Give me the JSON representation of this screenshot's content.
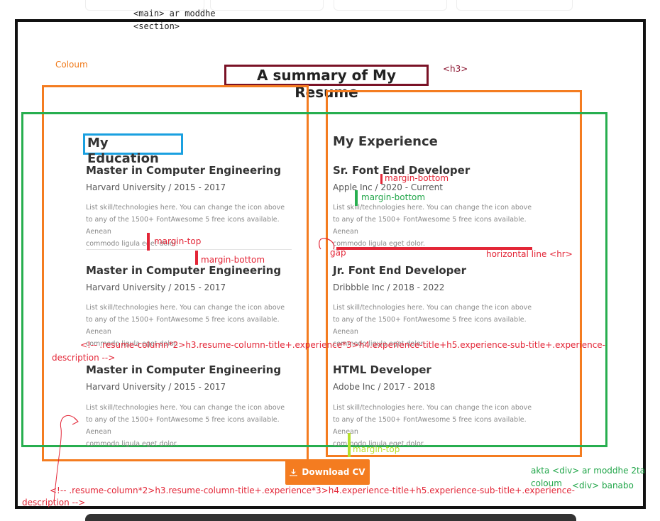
{
  "annotations": {
    "main_note": "<main> ar moddhe",
    "section_note": "<section>",
    "coloum_label": "Coloum",
    "h3_label": "<h3>",
    "margin_bottom_1": "margin-bottom",
    "margin_bottom_2": "margin-bottom",
    "margin_top_1": "margin-top",
    "margin_bottom_3": "margin-bottom",
    "gap_label": "gap",
    "hr_label": "horizontal line <hr>",
    "emmet_1_line1": "<!-- .resume-column*2>h3.resume-column-title+.experience*3>h4.experience-title+h5.experience-sub-title+.experience-",
    "emmet_1_line2": "description -->",
    "margin_top_2": "margin-top",
    "emmet_2_line1": "<!-- .resume-column*2>h3.resume-column-title+.experience*3>h4.experience-title+h5.experience-sub-title+.experience-",
    "emmet_2_line2": "description -->",
    "green_note_line1": "akta <div> ar moddhe 2ta",
    "green_note_line2": "coloum",
    "green_note_line3": "<div> banabo"
  },
  "section": {
    "title": "A summary of My Resume"
  },
  "education": {
    "title": "My Education",
    "items": [
      {
        "title": "Master in Computer Engineering",
        "sub": "Harvard University / 2015 - 2017",
        "desc1": "List skill/technologies here. You can change the icon above",
        "desc2": "to any of the 1500+ FontAwesome 5 free icons available. Aenean",
        "desc3": "commodo ligula eget dolor."
      },
      {
        "title": "Master in Computer Engineering",
        "sub": "Harvard University / 2015 - 2017",
        "desc1": "List skill/technologies here. You can change the icon above",
        "desc2": "to any of the 1500+ FontAwesome 5 free icons available. Aenean",
        "desc3": "commodo ligula eget dolor."
      },
      {
        "title": "Master in Computer Engineering",
        "sub": "Harvard University / 2015 - 2017",
        "desc1": "List skill/technologies here. You can change the icon above",
        "desc2": "to any of the 1500+ FontAwesome 5 free icons available. Aenean",
        "desc3": "commodo ligula eget dolor."
      }
    ]
  },
  "experience": {
    "title": "My Experience",
    "items": [
      {
        "title": "Sr. Font End Developer",
        "sub": "Apple Inc / 2020 - Current",
        "desc1": "List skill/technologies here. You can change the icon above",
        "desc2": "to any of the 1500+ FontAwesome 5 free icons available. Aenean",
        "desc3": "commodo ligula eget dolor."
      },
      {
        "title": "Jr. Font End Developer",
        "sub": "Dribbble Inc / 2018 - 2022",
        "desc1": "List skill/technologies here. You can change the icon above",
        "desc2": "to any of the 1500+ FontAwesome 5 free icons available. Aenean",
        "desc3": "commodo ligula eget dolor."
      },
      {
        "title": "HTML Developer",
        "sub": "Adobe Inc / 2017 - 2018",
        "desc1": "List skill/technologies here. You can change the icon above",
        "desc2": "to any of the 1500+ FontAwesome 5 free icons available. Aenean",
        "desc3": "commodo ligula eget dolor."
      }
    ]
  },
  "download": {
    "label": "Download CV",
    "icon": "download-icon"
  },
  "colors": {
    "orange": "#f47c20",
    "green": "#27ae4f",
    "red": "#e32637",
    "blue": "#1aa0e0",
    "maroon": "#7a1226"
  }
}
